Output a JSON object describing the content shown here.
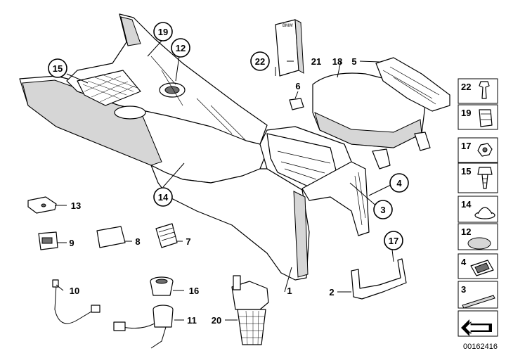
{
  "callouts": {
    "c1": "1",
    "c2": "2",
    "c3": "3",
    "c4": "4",
    "c5": "5",
    "c6": "6",
    "c7": "7",
    "c8": "8",
    "c9": "9",
    "c10": "10",
    "c11": "11",
    "c12": "12",
    "c13": "13",
    "c14": "14",
    "c15": "15",
    "c16": "16",
    "c17": "17",
    "c18": "18",
    "c19": "19",
    "c20": "20",
    "c21": "21",
    "c22": "22"
  },
  "legend": {
    "items": [
      "22",
      "19",
      "17",
      "15",
      "14",
      "12",
      "4",
      "3"
    ]
  },
  "document_id": "00162416"
}
